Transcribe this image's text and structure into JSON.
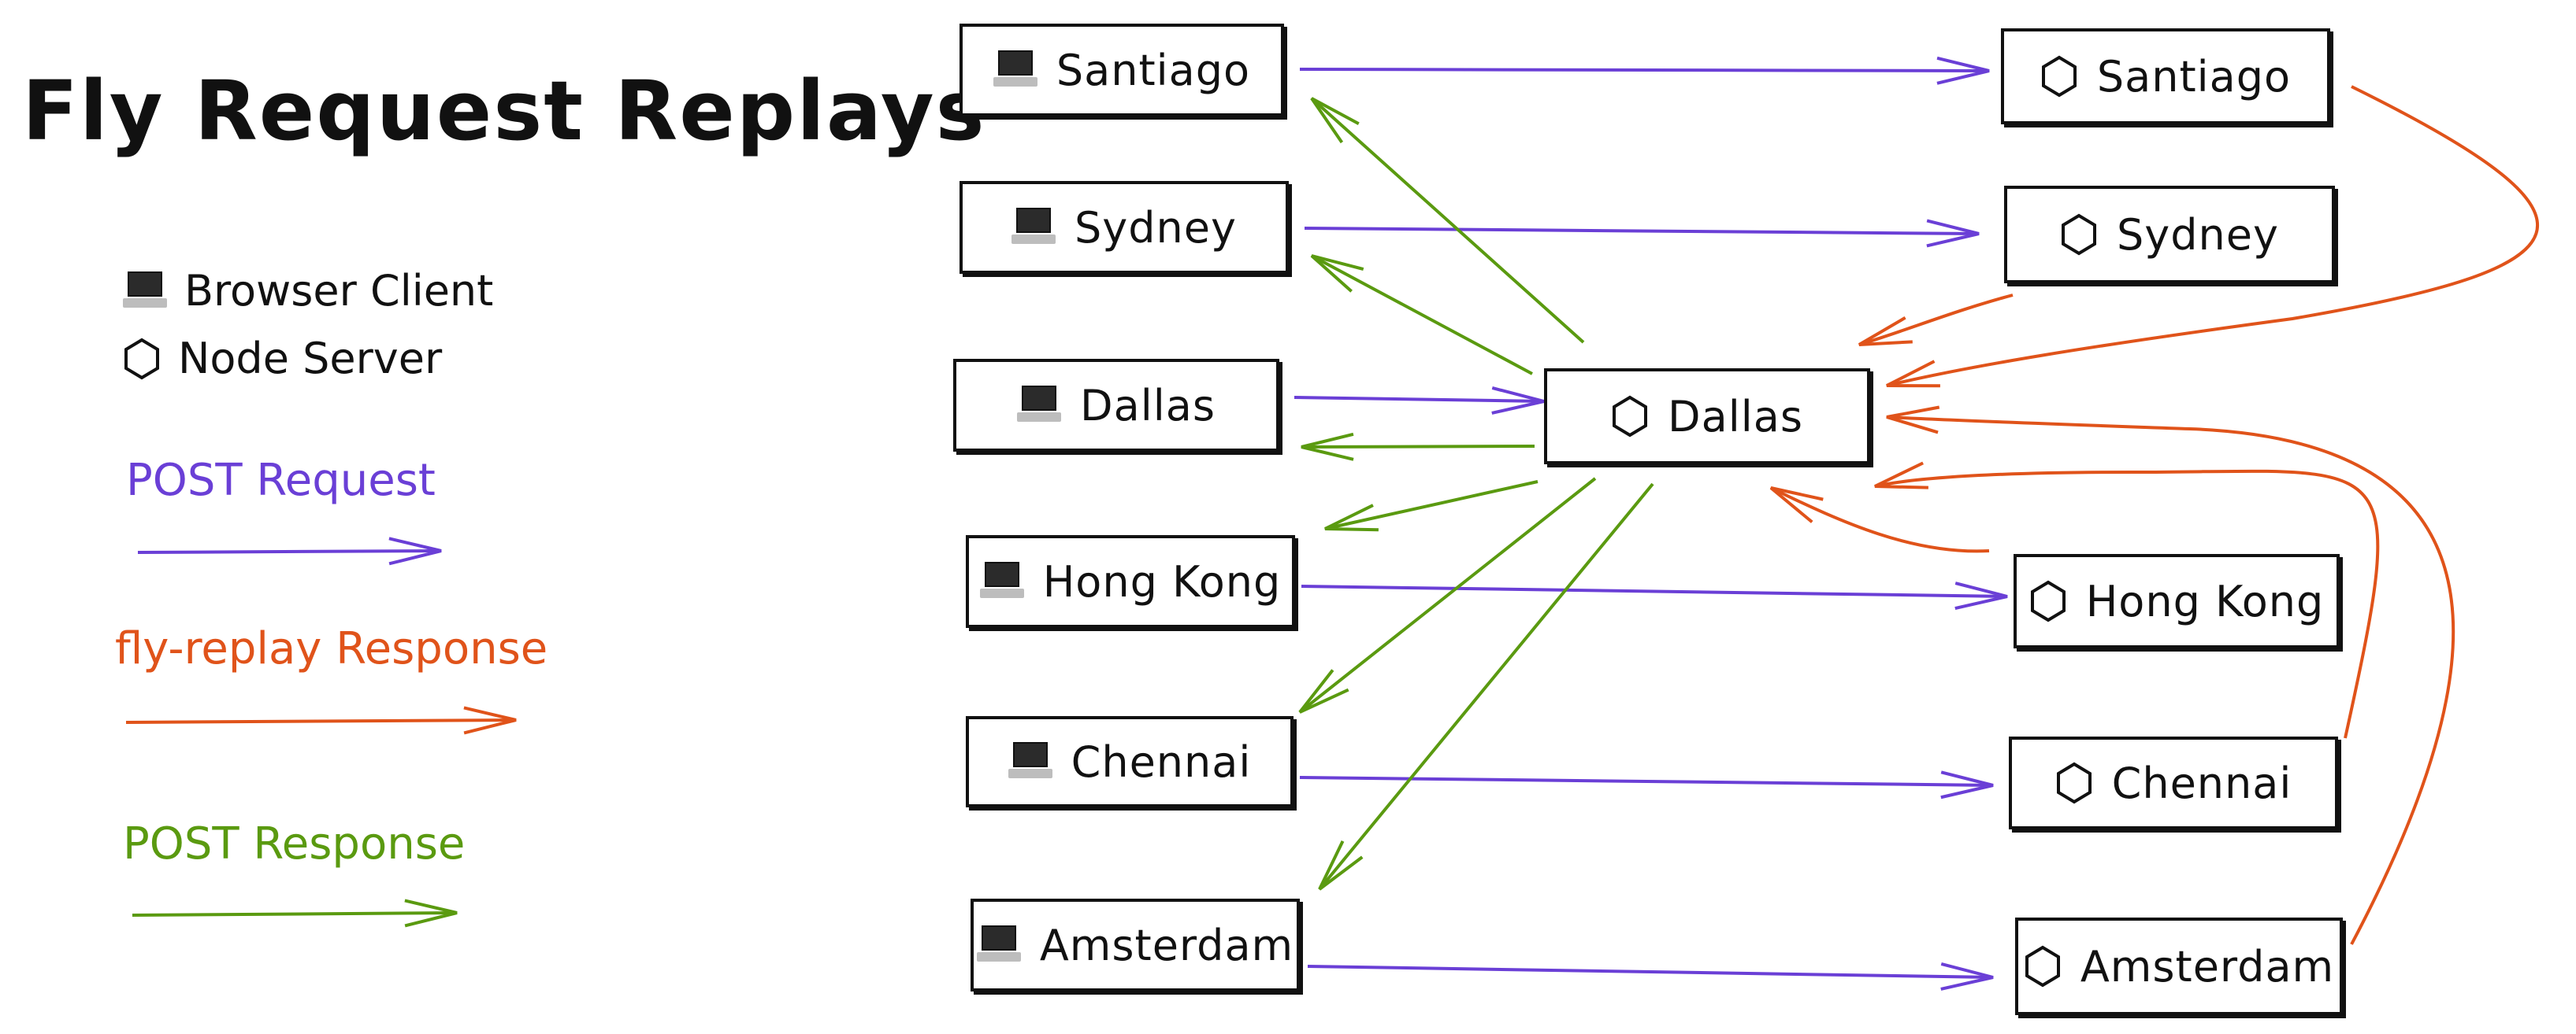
{
  "title": "Fly Request Replays",
  "legend": {
    "browser_client": "Browser Client",
    "node_server": "Node Server",
    "post_request": "POST Request",
    "fly_replay_response": "fly-replay Response",
    "post_response": "POST Response"
  },
  "colors": {
    "post_request": "#6a3fd6",
    "fly_replay_response": "#e0531a",
    "post_response": "#5a9a10",
    "ink": "#111111"
  },
  "icons": {
    "browser_client": "laptop-icon",
    "node_server": "hexagon-icon"
  },
  "clients": [
    "Santiago",
    "Sydney",
    "Dallas",
    "Hong Kong",
    "Chennai",
    "Amsterdam"
  ],
  "servers": [
    "Santiago",
    "Sydney",
    "Hong Kong",
    "Chennai",
    "Amsterdam"
  ],
  "central_server": "Dallas",
  "connections": [
    {
      "from": "client-santiago",
      "to": "server-santiago",
      "kind": "post_request"
    },
    {
      "from": "client-sydney",
      "to": "server-sydney",
      "kind": "post_request"
    },
    {
      "from": "client-dallas",
      "to": "server-dallas",
      "kind": "post_request"
    },
    {
      "from": "client-hong-kong",
      "to": "server-hong-kong",
      "kind": "post_request"
    },
    {
      "from": "client-chennai",
      "to": "server-chennai",
      "kind": "post_request"
    },
    {
      "from": "client-amsterdam",
      "to": "server-amsterdam",
      "kind": "post_request"
    },
    {
      "from": "server-santiago",
      "to": "server-dallas",
      "kind": "fly_replay_response"
    },
    {
      "from": "server-sydney",
      "to": "server-dallas",
      "kind": "fly_replay_response"
    },
    {
      "from": "server-hong-kong",
      "to": "server-dallas",
      "kind": "fly_replay_response"
    },
    {
      "from": "server-chennai",
      "to": "server-dallas",
      "kind": "fly_replay_response"
    },
    {
      "from": "server-amsterdam",
      "to": "server-dallas",
      "kind": "fly_replay_response"
    },
    {
      "from": "server-dallas",
      "to": "client-santiago",
      "kind": "post_response"
    },
    {
      "from": "server-dallas",
      "to": "client-sydney",
      "kind": "post_response"
    },
    {
      "from": "server-dallas",
      "to": "client-dallas",
      "kind": "post_response"
    },
    {
      "from": "server-dallas",
      "to": "client-hong-kong",
      "kind": "post_response"
    },
    {
      "from": "server-dallas",
      "to": "client-chennai",
      "kind": "post_response"
    },
    {
      "from": "server-dallas",
      "to": "client-amsterdam",
      "kind": "post_response"
    }
  ]
}
